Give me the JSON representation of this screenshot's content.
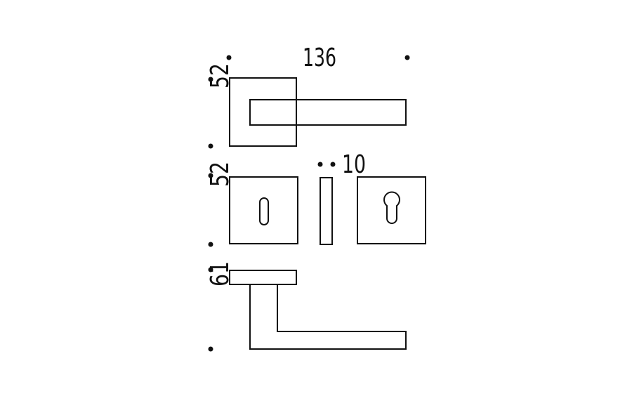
{
  "diagram": {
    "dimensions": {
      "overall_width": "136",
      "rose_height": "52",
      "escutcheon_height": "52",
      "escutcheon_thickness": "10",
      "lever_projection": "61"
    }
  }
}
